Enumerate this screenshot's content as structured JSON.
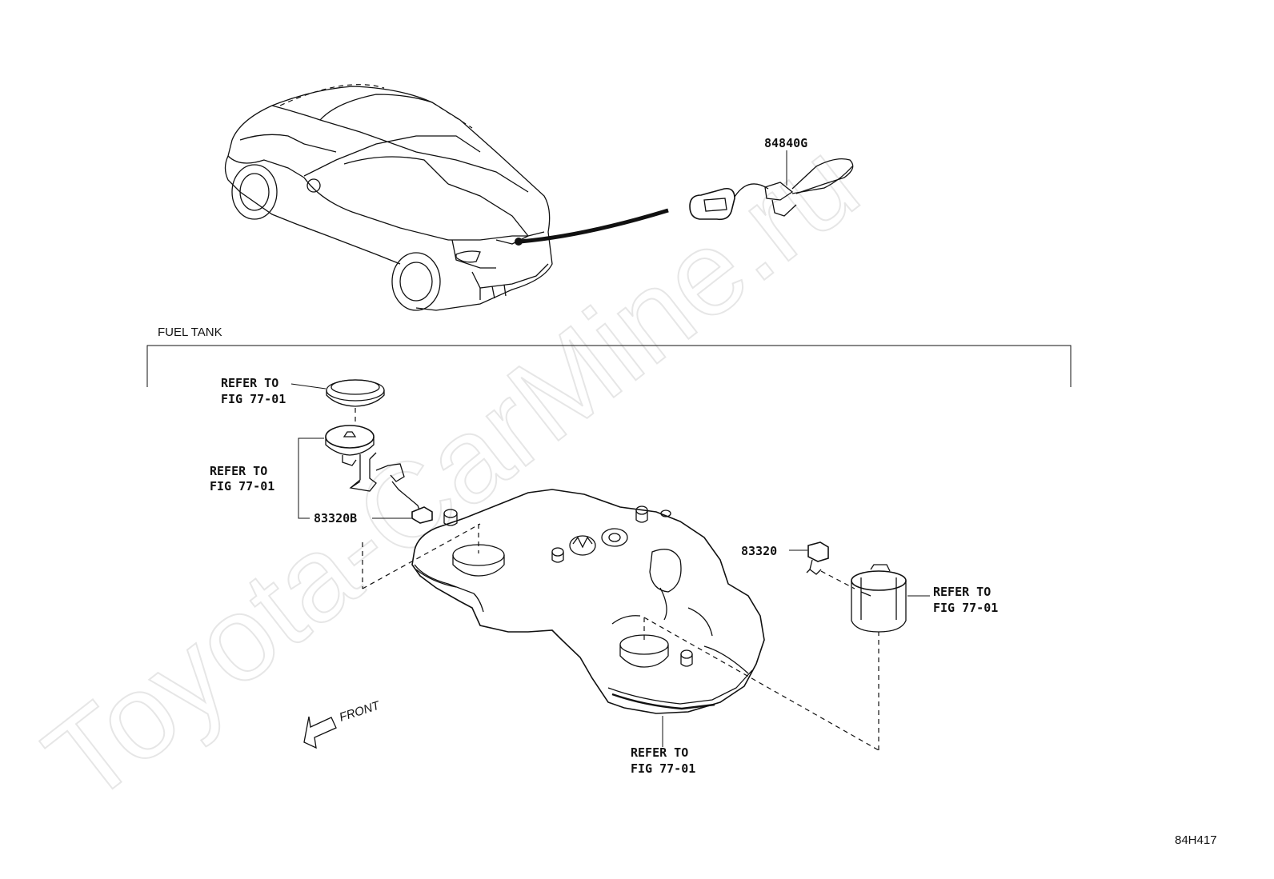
{
  "section_label": "FUEL TANK",
  "figure_code": "84H417",
  "watermark": "Toyota-CarMine.ru",
  "front_label": "FRONT",
  "part_numbers": {
    "wire": "84840G",
    "sender_upper": "83320B",
    "sender_lower": "83320"
  },
  "refer_notes": {
    "gasket": [
      "REFER TO",
      "FIG 77-01"
    ],
    "pump": [
      "REFER TO",
      "FIG 77-01"
    ],
    "cup": [
      "REFER TO",
      "FIG 77-01"
    ],
    "tank": [
      "REFER TO",
      "FIG 77-01"
    ]
  }
}
